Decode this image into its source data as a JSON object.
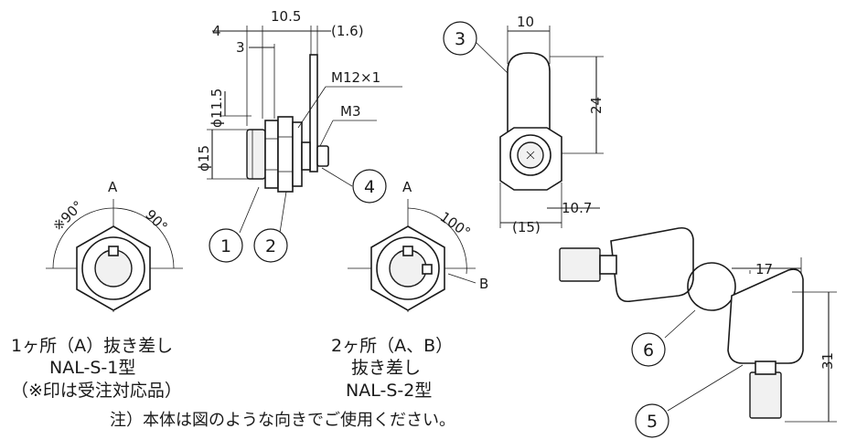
{
  "dimensions": {
    "side": {
      "d_4": "4",
      "d_10_5": "10.5",
      "d_1_6": "(1.6)",
      "d_3": "3",
      "d_phi11_5": "ϕ11.5",
      "d_phi15": "ϕ15",
      "thread_m12": "M12×1",
      "thread_m3": "M3"
    },
    "rear": {
      "d_10": "10",
      "d_24": "24",
      "d_10_7": "10.7",
      "d_15": "(15)"
    },
    "key": {
      "d_17": "17",
      "d_31": "31"
    },
    "angles": {
      "front1_label": "A",
      "front1_left": "※90°",
      "front1_right": "90°",
      "front2_label_a": "A",
      "front2_label_b": "B",
      "front2_angle": "100°"
    }
  },
  "bubbles": [
    "1",
    "2",
    "3",
    "4",
    "5",
    "6"
  ],
  "captions": {
    "variant1": {
      "line1": "1ヶ所（A）抜き差し",
      "line2": "NAL-S-1型",
      "line3": "（※印は受注対応品）"
    },
    "variant2": {
      "line1": "2ヶ所（A、B）",
      "line2": "抜き差し",
      "line3": "NAL-S-2型"
    }
  },
  "note": "注）本体は図のような向きでご使用ください。"
}
